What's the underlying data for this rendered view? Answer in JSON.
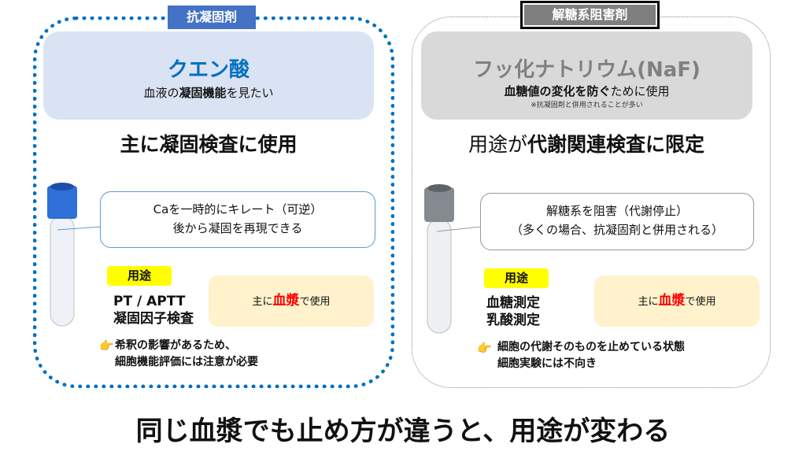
{
  "left": {
    "tag": "抗凝固剤",
    "title": "クエン酸",
    "subtitle_pre": "血液の",
    "subtitle_bold": "凝固機能",
    "subtitle_post": "を見たい",
    "headline": "主に凝固検査に使用",
    "callout": [
      "Caを一時的にキレート（可逆）",
      "後から凝固を再現できる"
    ],
    "use_label": "用途",
    "uses": [
      "PT / APTT",
      "凝固因子検査"
    ],
    "plasma_pre": "主に",
    "plasma_red": "血漿",
    "plasma_post": "で使用",
    "tip": [
      "希釈の影響があるため、",
      "細胞機能評価には注意が必要"
    ],
    "accent": "#0070c0"
  },
  "right": {
    "tag": "解糖系阻害剤",
    "title": "フッ化ナトリウム(NaF)",
    "subtitle_bold": "血糖値の変化を防ぐ",
    "subtitle_post": "ために使用",
    "note": "※抗凝固剤と併用されることが多い",
    "headline_pre": "用途が",
    "headline_bold": "代謝関連検査に限定",
    "callout": [
      "解糖系を阻害（代謝停止）",
      "（多くの場合、抗凝固剤と併用される）"
    ],
    "use_label": "用途",
    "uses": [
      "血糖測定",
      "乳酸測定"
    ],
    "plasma_pre": "主に",
    "plasma_red": "血漿",
    "plasma_post": "で使用",
    "tip": [
      "細胞の代謝そのものを止めている状態",
      "細胞実験には不向き"
    ]
  },
  "conclusion": "同じ血漿でも止め方が違うと、用途が変わる"
}
